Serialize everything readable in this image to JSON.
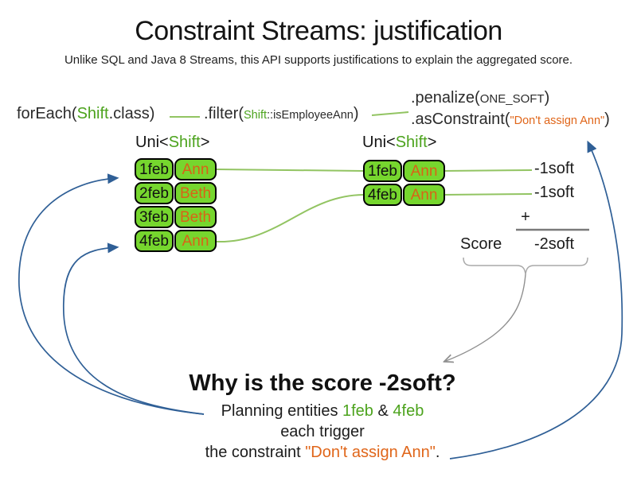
{
  "title": "Constraint Streams: justification",
  "subtitle": "Unlike SQL and Java 8 Streams, this API supports justifications to explain the aggregated score.",
  "code": {
    "foreach": {
      "pre": "forEach(",
      "arg": "Shift",
      "post": ".class)"
    },
    "filter": {
      "pre": ".filter(",
      "arg_class": "Shift",
      "arg_method": "::isEmployeeAnn",
      "post": ")"
    },
    "penalize": {
      "pre": ".penalize(",
      "arg": "ONE_SOFT",
      "post": ")"
    },
    "as_constraint": {
      "pre": ".asConstraint(",
      "arg": "\"Don't assign Ann\"",
      "post": ")"
    }
  },
  "streams": {
    "left": {
      "type_pre": "Uni<",
      "type_arg": "Shift",
      "type_post": ">",
      "rows": [
        {
          "date": "1feb",
          "employee": "Ann"
        },
        {
          "date": "2feb",
          "employee": "Beth"
        },
        {
          "date": "3feb",
          "employee": "Beth"
        },
        {
          "date": "4feb",
          "employee": "Ann"
        }
      ]
    },
    "right": {
      "type_pre": "Uni<",
      "type_arg": "Shift",
      "type_post": ">",
      "rows": [
        {
          "date": "1feb",
          "employee": "Ann"
        },
        {
          "date": "4feb",
          "employee": "Ann"
        }
      ]
    }
  },
  "scoring": {
    "penalties": [
      "-1soft",
      "-1soft"
    ],
    "plus": "+",
    "score_label": "Score",
    "score_value": "-2soft"
  },
  "explanation": {
    "heading": "Why is the score -2soft?",
    "line1_pre": "Planning entities ",
    "line1_entity1": "1feb",
    "line1_and": " & ",
    "line1_entity2": "4feb",
    "line2": "each trigger",
    "line3_pre": "the constraint ",
    "line3_constraint": "\"Don't assign Ann\"",
    "line3_post": "."
  },
  "colors": {
    "green_text": "#4ca31d",
    "green_fill": "#76d62e",
    "green_line": "#92c462",
    "orange": "#e0661a",
    "blue": "#2f5f96",
    "gray": "#8f8f8f"
  }
}
